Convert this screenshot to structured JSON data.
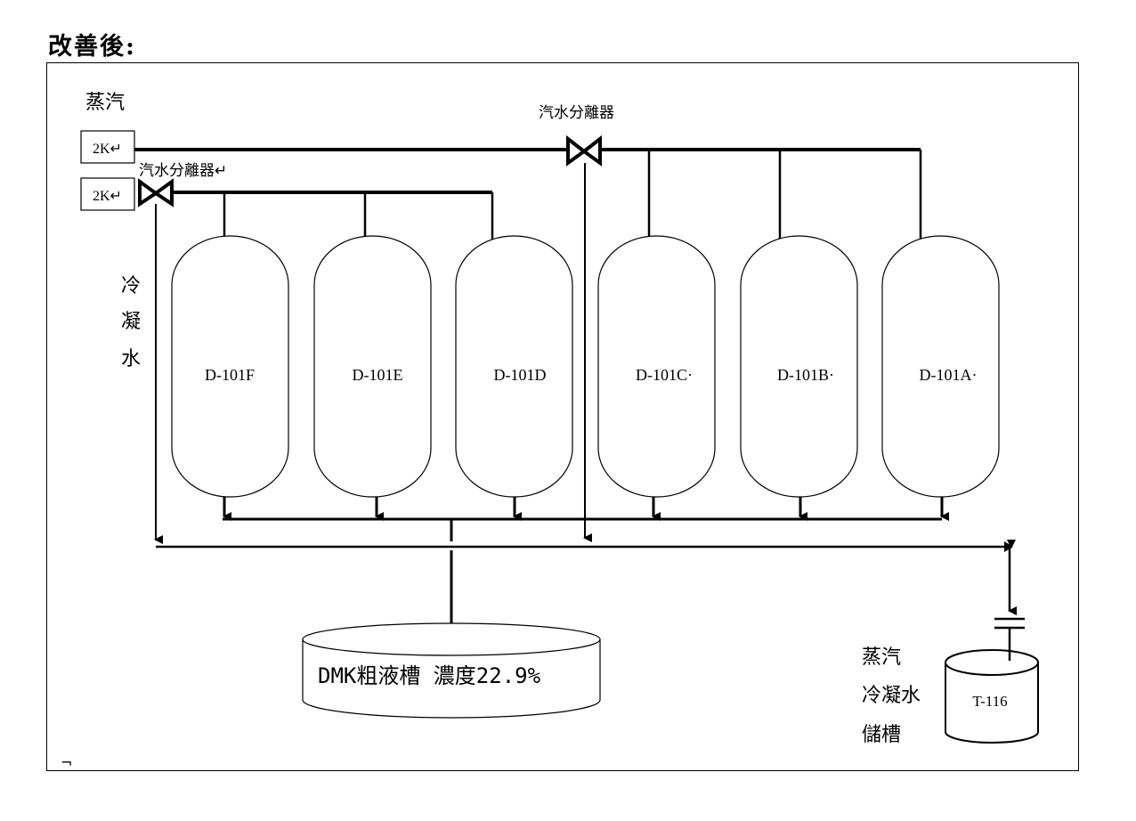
{
  "heading": "改善後:",
  "steam_source": {
    "label": "蒸汽",
    "header_boxes": [
      "2K↵",
      "2K↵"
    ]
  },
  "separators": [
    {
      "label": "汽水分離器"
    },
    {
      "label": "汽水分離器↵"
    }
  ],
  "condensate_label": [
    "冷",
    "凝",
    "水"
  ],
  "vessels": [
    "D-101F",
    "D-101E",
    "D-101D",
    "D-101C·",
    "D-101B·",
    "D-101A·"
  ],
  "crude_tank": {
    "label": "DMK粗液槽 濃度22.9%"
  },
  "condensate_tank": {
    "caption": [
      "蒸汽",
      "冷凝水",
      "儲槽"
    ],
    "label": "T-116"
  },
  "corner_mark": "¬"
}
